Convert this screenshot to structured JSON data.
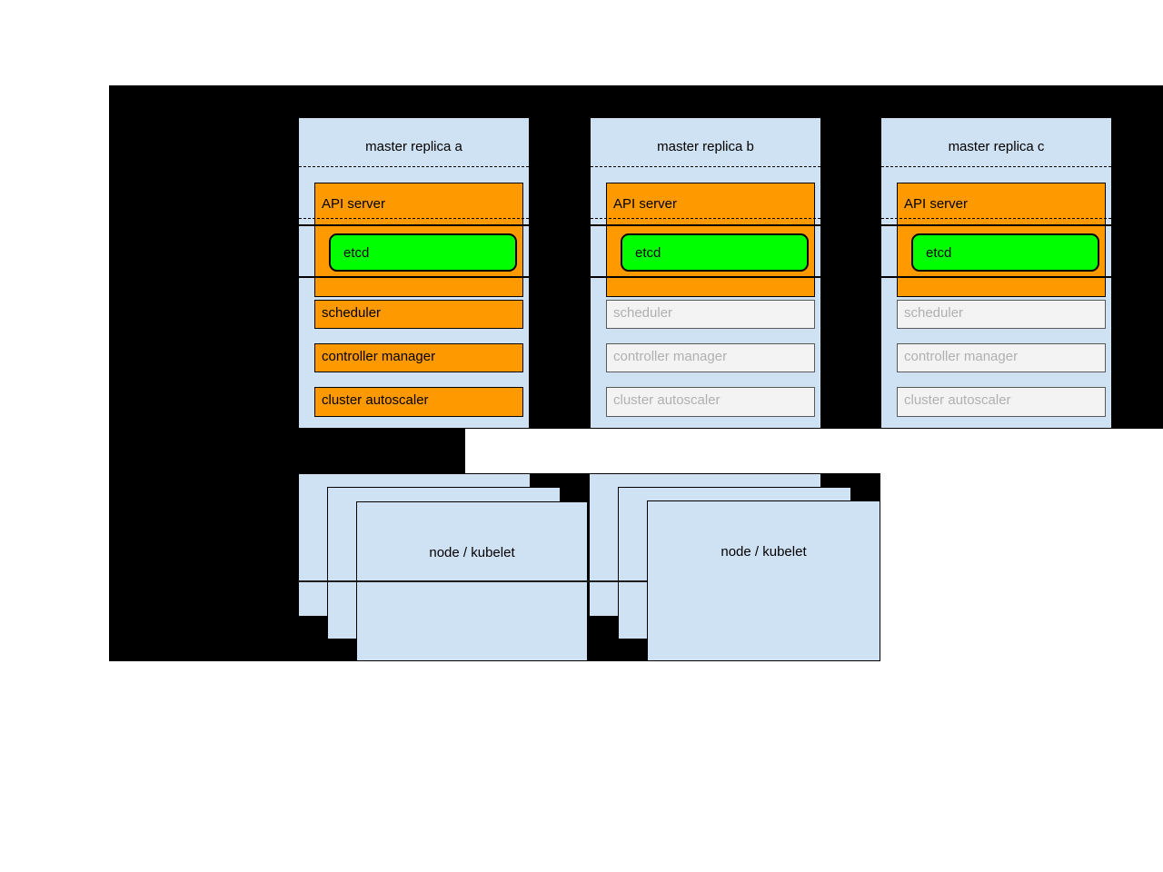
{
  "masters": [
    {
      "title": "master replica a",
      "state": "active",
      "api_server": "API server",
      "etcd": "etcd",
      "scheduler": "scheduler",
      "controller_manager": "controller manager",
      "cluster_autoscaler": "cluster autoscaler"
    },
    {
      "title": "master replica b",
      "state": "standby",
      "api_server": "API server",
      "etcd": "etcd",
      "scheduler": "scheduler",
      "controller_manager": "controller manager",
      "cluster_autoscaler": "cluster autoscaler"
    },
    {
      "title": "master replica c",
      "state": "standby",
      "api_server": "API server",
      "etcd": "etcd",
      "scheduler": "scheduler",
      "controller_manager": "controller manager",
      "cluster_autoscaler": "cluster autoscaler"
    }
  ],
  "nodes": [
    {
      "label": "node / kubelet"
    },
    {
      "label": "node / kubelet"
    }
  ],
  "colors": {
    "background": "#000000",
    "panel_fill": "#cfe2f3",
    "active_fill": "#ff9900",
    "etcd_fill": "#00ff00",
    "standby_fill": "#f3f3f3",
    "standby_text": "#b0b0b0"
  }
}
